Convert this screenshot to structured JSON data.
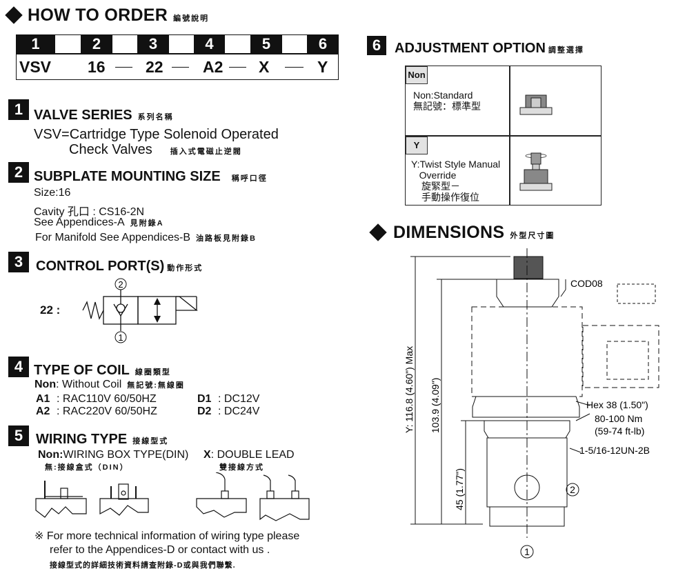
{
  "order": {
    "title": "HOW TO  ORDER",
    "title_zh": "編號說明",
    "positions": [
      "1",
      "2",
      "3",
      "4",
      "5",
      "6"
    ],
    "values": [
      "VSV",
      "16",
      "22",
      "A2",
      "X",
      "Y"
    ]
  },
  "s1": {
    "num": "1",
    "title": "VALVE SERIES",
    "title_zh": "系列名稱",
    "line1": "VSV=Cartridge Type Solenoid Operated",
    "line2": "Check Valves",
    "line2_zh": "插入式電磁止逆閥"
  },
  "s2": {
    "num": "2",
    "title": "SUBPLATE MOUNTING SIZE",
    "title_zh": "稱呼口徑",
    "size": "Size:16",
    "cavity": "Cavity 孔口 : CS16-2N",
    "appA": "See Appendices-A",
    "appA_zh": "見附錄A",
    "appB": "For Manifold See Appendices-B",
    "appB_zh": "油路板見附錄B"
  },
  "s3": {
    "num": "3",
    "title": "CONTROL PORT(S)",
    "title_zh": "動作形式",
    "code": "22 :",
    "port_top": "2",
    "port_bottom": "1"
  },
  "s4": {
    "num": "4",
    "title": "TYPE OF COIL",
    "title_zh": "線圈類型",
    "non_code": "Non",
    "non_text": ": Without Coil",
    "non_zh": "無記號:無線圈",
    "coils": [
      {
        "code": "A1",
        "text": ": RAC110V  60/50HZ"
      },
      {
        "code": "A2",
        "text": ": RAC220V  60/50HZ"
      },
      {
        "code": "D1",
        "text": ": DC12V"
      },
      {
        "code": "D2",
        "text": ": DC24V"
      }
    ]
  },
  "s5": {
    "num": "5",
    "title": "WIRING TYPE",
    "title_zh": "接線型式",
    "non_code": "Non:",
    "non_text": "WIRING BOX TYPE(DIN)",
    "non_zh": "無:接線盒式（DIN）",
    "x_code": "X",
    "x_text": ": DOUBLE LEAD",
    "x_zh": "雙接線方式",
    "note1": "※ For more technical information of wiring type  please",
    "note2": "refer to the Appendices-D or contact with us .",
    "note_zh": "接線型式的詳細技術資料請查附錄-D或與我們聯繫."
  },
  "s6": {
    "num": "6",
    "title": "ADJUSTMENT OPTION",
    "title_zh": "調整選擇",
    "options": [
      {
        "tag": "Non",
        "lines": [
          "Non:Standard",
          "無記號：標準型"
        ]
      },
      {
        "tag": "Y",
        "lines": [
          "Y:Twist Style Manual",
          "   Override",
          "旋緊型－",
          "手動操作復位"
        ]
      }
    ]
  },
  "dims": {
    "title": "DIMENSIONS",
    "title_zh": "外型尺寸圖",
    "total": "Y: 116.8 (4.60\") Max",
    "body": "103.9 (4.09\")",
    "lower": "45 (1.77\")",
    "coil": "COD08",
    "hex": "Hex 38 (1.50\")",
    "torque1": "80-100 Nm",
    "torque2": "(59-74 ft-lb)",
    "thread": "1-5/16-12UN-2B",
    "port2": "2",
    "port1": "1"
  }
}
